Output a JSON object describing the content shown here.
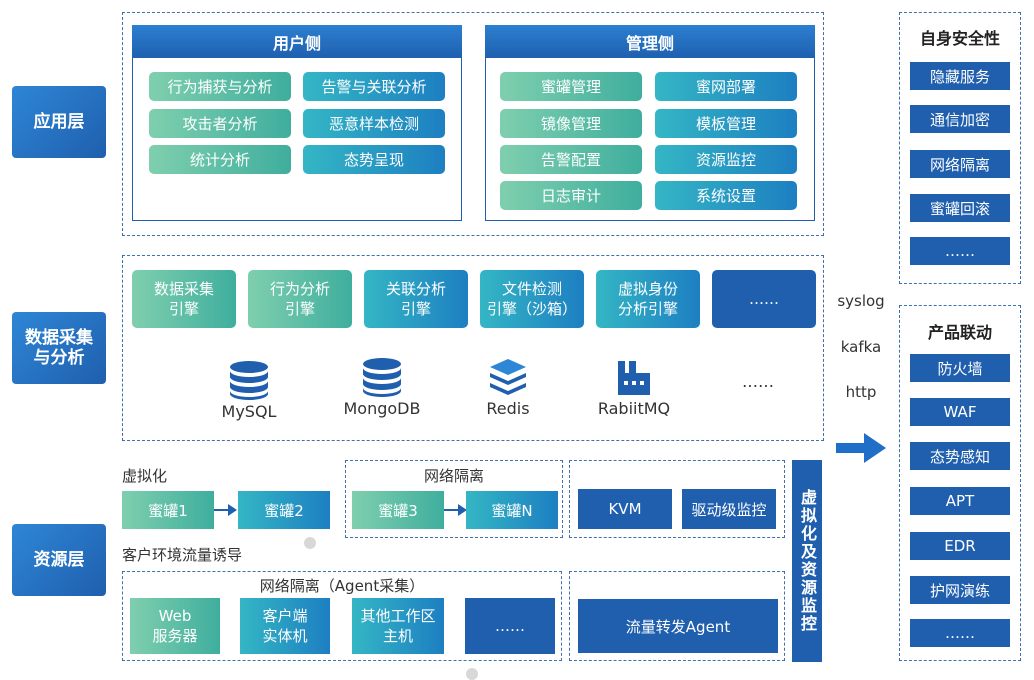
{
  "layers": {
    "app": "应用层",
    "data": "数据采集\n与分析",
    "resource": "资源层"
  },
  "user_side": {
    "title": "用户侧",
    "items": [
      "行为捕获与分析",
      "告警与关联分析",
      "攻击者分析",
      "恶意样本检测",
      "统计分析",
      "态势呈现"
    ]
  },
  "admin_side": {
    "title": "管理侧",
    "items": [
      "蜜罐管理",
      "蜜网部署",
      "镜像管理",
      "模板管理",
      "告警配置",
      "资源监控",
      "日志审计",
      "系统设置"
    ]
  },
  "engines": [
    "数据采集\n引擎",
    "行为分析\n引擎",
    "关联分析\n引擎",
    "文件检测\n引擎（沙箱）",
    "虚拟身份\n分析引擎",
    "……"
  ],
  "stores": [
    "MySQL",
    "MongoDB",
    "Redis",
    "RabiitMQ",
    "……"
  ],
  "protocols": [
    "syslog",
    "kafka",
    "http"
  ],
  "self_security": {
    "title": "自身安全性",
    "items": [
      "隐藏服务",
      "通信加密",
      "网络隔离",
      "蜜罐回滚",
      "……"
    ]
  },
  "linkage": {
    "title": "产品联动",
    "items": [
      "防火墙",
      "WAF",
      "态势感知",
      "APT",
      "EDR",
      "护网演练",
      "……"
    ]
  },
  "resource": {
    "virtualization_label": "虚拟化",
    "honeypot1": "蜜罐1",
    "honeypot2": "蜜罐2",
    "isolation_label": "网络隔离",
    "honeypot3": "蜜罐3",
    "honeypotN": "蜜罐N",
    "kvm": "KVM",
    "driver_monitor": "驱动级监控",
    "traffic_label": "客户环境流量诱导",
    "agent_label": "网络隔离（Agent采集）",
    "agents": [
      "Web\n服务器",
      "客户端\n实体机",
      "其他工作区\n主机",
      "……"
    ],
    "forward_agent": "流量转发Agent",
    "vertical": "虚拟化及资源监控"
  },
  "colors": {
    "blue": "#1f5fae",
    "teal": "#1d7fc2",
    "green": "#3fae9e"
  }
}
